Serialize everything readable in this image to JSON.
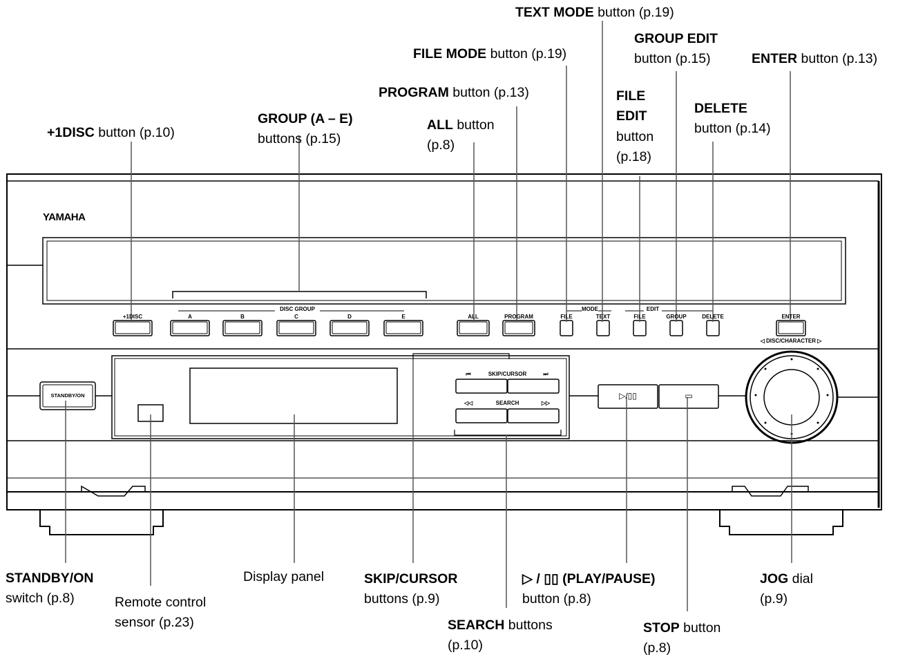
{
  "brand": "YAMAHA",
  "panel": {
    "plus1disc": "+1DISC",
    "disc_group": "DISC GROUP",
    "groups": [
      "A",
      "B",
      "C",
      "D",
      "E"
    ],
    "all": "ALL",
    "program": "PROGRAM",
    "mode": "MODE",
    "edit": "EDIT",
    "file_mode": "FILE",
    "text_mode": "TEXT",
    "file_edit": "FILE",
    "group_edit": "GROUP",
    "delete": "DELETE",
    "enter": "ENTER",
    "disc_character": "◁ DISC/CHARACTER ▷",
    "standby": "STANDBY/ON",
    "skip_cursor": "SKIP/CURSOR",
    "search": "SEARCH",
    "play_pause_symbol": "▷/▯▯",
    "stop_symbol": "▭"
  },
  "callouts": {
    "text_mode": {
      "bold": "TEXT MODE",
      "rest": " button (p.19)"
    },
    "group_edit_1": {
      "bold": "GROUP EDIT",
      "rest": ""
    },
    "group_edit_2": "button (p.15)",
    "file_mode": {
      "bold": "FILE MODE",
      "rest": " button (p.19)"
    },
    "enter": {
      "bold": "ENTER",
      "rest": " button (p.13)"
    },
    "program": {
      "bold": "PROGRAM",
      "rest": " button (p.13)"
    },
    "file_edit_1": "FILE",
    "file_edit_2": "EDIT",
    "file_edit_3": "button",
    "file_edit_4": "(p.18)",
    "delete_1": "DELETE",
    "delete_2": "button (p.14)",
    "group_ae_1": "GROUP (A – E)",
    "group_ae_2": "buttons (p.15)",
    "all_1": {
      "bold": "ALL",
      "rest": " button"
    },
    "all_2": "(p.8)",
    "plus1disc": {
      "bold": "+1DISC",
      "rest": " button (p.10)"
    },
    "standby_1": "STANDBY/ON",
    "standby_2": "switch (p.8)",
    "remote_1": "Remote control",
    "remote_2": "sensor (p.23)",
    "display": "Display panel",
    "skip_1": "SKIP/CURSOR",
    "skip_2": "buttons (p.9)",
    "search_1": {
      "bold": "SEARCH",
      "rest": " buttons"
    },
    "search_2": "(p.10)",
    "play_1": "▷ / ▯▯ (PLAY/PAUSE)",
    "play_2": "button (p.8)",
    "stop_1": {
      "bold": "STOP",
      "rest": " button"
    },
    "stop_2": "(p.8)",
    "jog_1": {
      "bold": "JOG",
      "rest": " dial"
    },
    "jog_2": "(p.9)"
  }
}
